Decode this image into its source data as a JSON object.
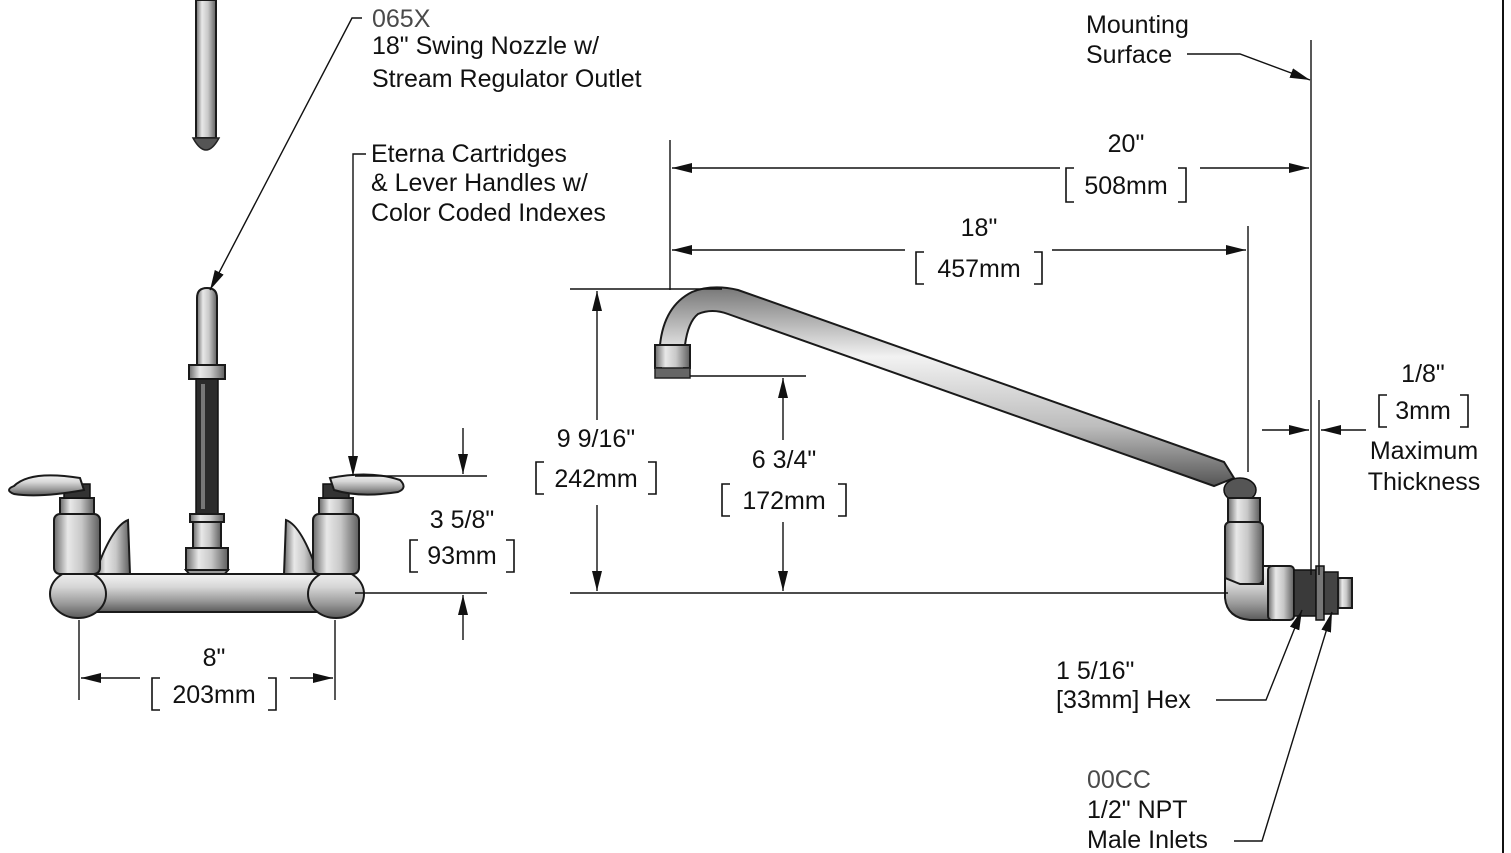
{
  "callouts": {
    "nozzle": {
      "code": "065X",
      "line1": "18\" Swing Nozzle w/",
      "line2": "Stream Regulator Outlet"
    },
    "cartridges": {
      "line1": "Eterna Cartridges",
      "line2": "& Lever Handles w/",
      "line3": "Color Coded Indexes"
    },
    "mounting": {
      "line1": "Mounting",
      "line2": "Surface"
    },
    "hex": {
      "line1": "1 5/16\"",
      "line2": "[33mm] Hex"
    },
    "inlets": {
      "code": "00CC",
      "line1": "1/2\" NPT",
      "line2": "Male Inlets"
    },
    "thickness": {
      "line1": "Maximum",
      "line2": "Thickness"
    }
  },
  "dimensions": {
    "overall_reach": {
      "imperial": "20\"",
      "metric": "508mm"
    },
    "nozzle_reach": {
      "imperial": "18\"",
      "metric": "457mm"
    },
    "spout_height": {
      "imperial": "9 9/16\"",
      "metric": "242mm"
    },
    "outlet_height": {
      "imperial": "6 3/4\"",
      "metric": "172mm"
    },
    "handle_height": {
      "imperial": "3 5/8\"",
      "metric": "93mm"
    },
    "centers": {
      "imperial": "8\"",
      "metric": "203mm"
    },
    "wall_thickness": {
      "imperial": "1/8\"",
      "metric": "3mm"
    }
  }
}
